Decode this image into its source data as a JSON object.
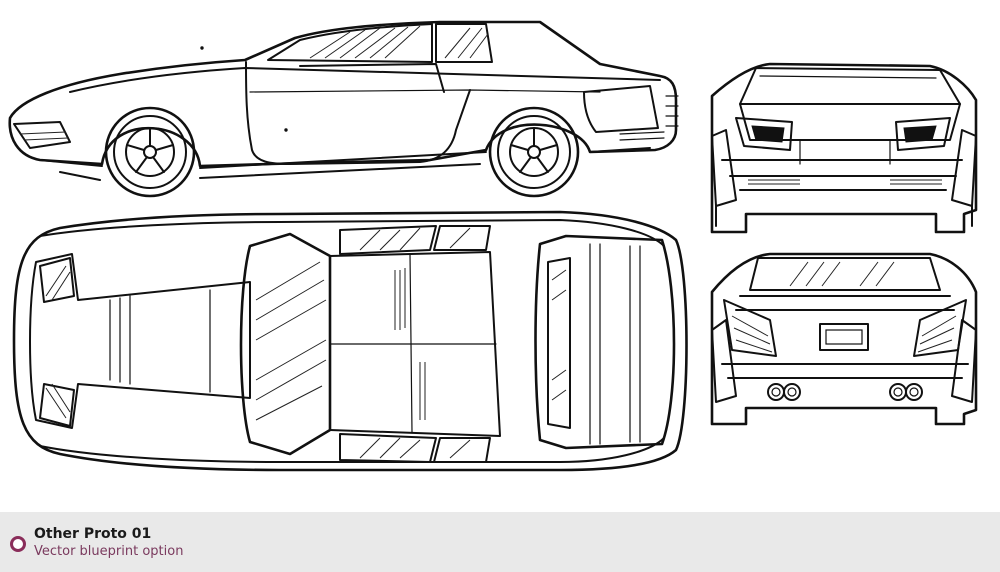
{
  "caption": {
    "title": "Other Proto 01",
    "subtitle": "Vector blueprint option",
    "icon": "radio-ring-icon",
    "accent_color": "#8a2d5a"
  },
  "drawing": {
    "views": [
      "side-view",
      "top-view",
      "front-view",
      "rear-view"
    ]
  }
}
